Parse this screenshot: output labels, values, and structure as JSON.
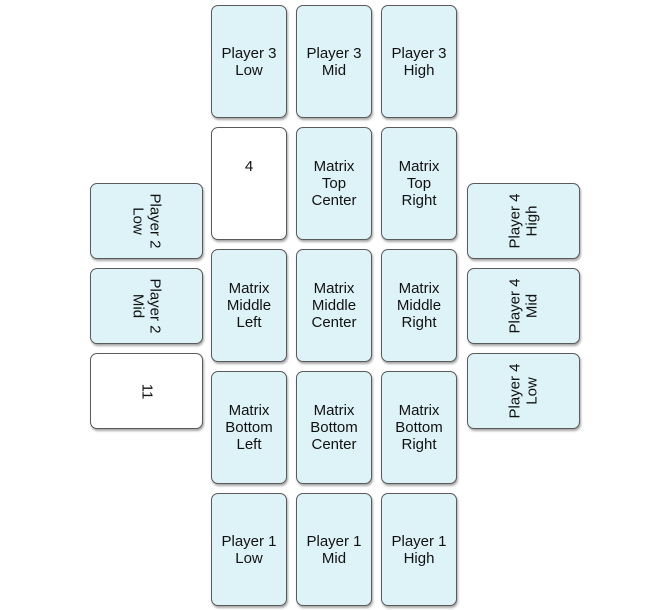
{
  "player3": {
    "low": "Player 3\nLow",
    "mid": "Player 3\nMid",
    "high": "Player 3\nHigh"
  },
  "matrix": {
    "cell_4": "4",
    "top_center": "Matrix\nTop\nCenter",
    "top_right": "Matrix\nTop\nRight",
    "middle_left": "Matrix\nMiddle\nLeft",
    "middle_center": "Matrix\nMiddle\nCenter",
    "middle_right": "Matrix\nMiddle\nRight",
    "bottom_left": "Matrix\nBottom\nLeft",
    "bottom_center": "Matrix\nBottom\nCenter",
    "bottom_right": "Matrix\nBottom\nRight"
  },
  "player1": {
    "low": "Player 1\nLow",
    "mid": "Player 1\nMid",
    "high": "Player 1\nHigh"
  },
  "player2": {
    "low": "Player 2\nLow",
    "mid": "Player 2\nMid",
    "cell_11": "11"
  },
  "player4": {
    "high": "Player 4\nHigh",
    "mid": "Player 4\nMid",
    "low": "Player 4\nLow"
  },
  "colors": {
    "card_fill": "#ddf3f8",
    "blank_fill": "#ffffff",
    "border": "#5a5a5a"
  }
}
